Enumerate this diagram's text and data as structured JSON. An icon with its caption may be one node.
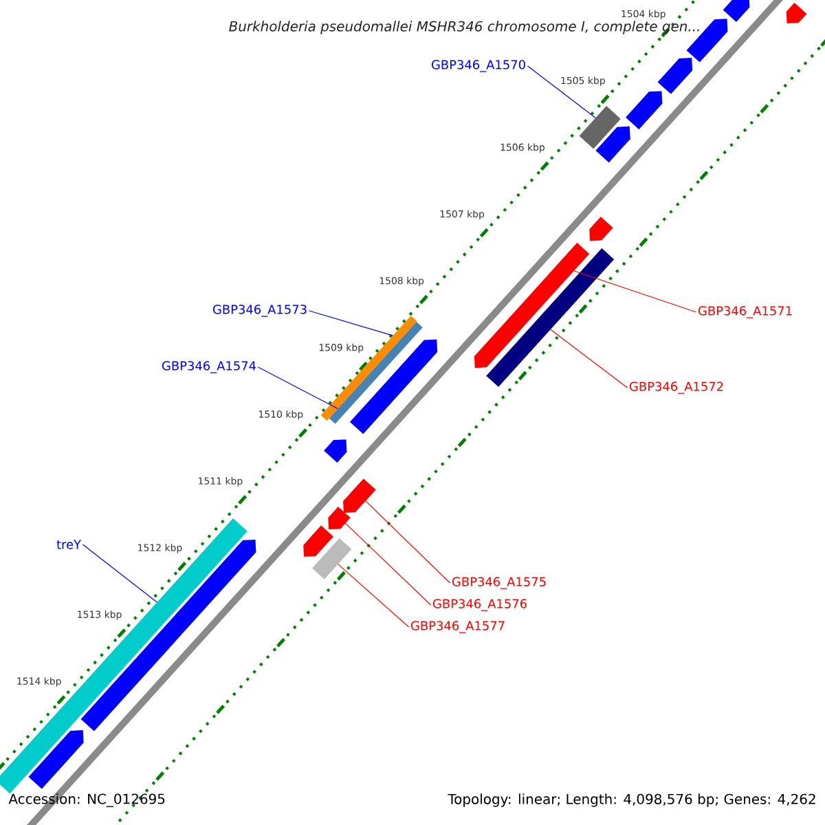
{
  "diagram": {
    "title": "Burkholderia pseudomallei MSHR346 chromosome I, complete gen...",
    "nodes": [
      {
        "text": [
          "GBP346_A1570"
        ]
      },
      {
        "text": [],
        "shape": "bar"
      },
      {
        "text": [
          "GBP346_A1571"
        ]
      },
      {
        "text": [],
        "shape": "arrow"
      },
      {
        "text": [
          "GBP346_A1573"
        ]
      },
      {
        "text": [],
        "shape": "bar"
      },
      {
        "text": [
          "GBP346_A1574"
        ]
      },
      {
        "text": [],
        "shape": "bar"
      },
      {
        "text": [
          "GBP346_A1572"
        ]
      },
      {
        "text": [],
        "shape": "bar"
      },
      {
        "text": [
          "treY"
        ]
      },
      {
        "text": [],
        "shape": "bar"
      },
      {
        "text": [
          "GBP346_A1575"
        ]
      },
      {
        "text": [],
        "shape": "arrow"
      },
      {
        "text": [
          "GBP346_A1576"
        ]
      },
      {
        "text": [],
        "shape": "arrow"
      },
      {
        "text": [
          "GBP346_A1577"
        ]
      },
      {
        "text": [],
        "shape": "bar"
      },
      {
        "text": [],
        "shape": "arrow"
      },
      {
        "text": [],
        "shape": "arrow"
      },
      {
        "text": [],
        "shape": "arrow"
      },
      {
        "text": [],
        "shape": "arrow"
      },
      {
        "text": [],
        "shape": "arrow"
      },
      {
        "text": [],
        "shape": "arrow"
      },
      {
        "text": [],
        "shape": "arrow"
      },
      {
        "text": [],
        "shape": "arrow"
      },
      {
        "text": [],
        "shape": "arrow"
      },
      {
        "text": [],
        "shape": "arrow"
      },
      {
        "text": [],
        "shape": "arrow"
      },
      {
        "text": [],
        "shape": "arrow"
      }
    ],
    "edges": [
      {
        "from": 0,
        "to": 1,
        "arrow": "none",
        "color": "#0000ff"
      },
      {
        "from": 2,
        "to": 3,
        "arrow": "none"
      },
      {
        "from": 4,
        "to": 5,
        "arrow": "none",
        "color": "#0000ff"
      },
      {
        "from": 6,
        "to": 7,
        "arrow": "none",
        "color": "#0000ff"
      },
      {
        "from": 8,
        "to": 9,
        "arrow": "none"
      },
      {
        "from": 10,
        "to": 11,
        "arrow": "none",
        "color": "#0000ff"
      },
      {
        "from": 12,
        "to": 13,
        "arrow": "none"
      },
      {
        "from": 14,
        "to": 15,
        "arrow": "none"
      },
      {
        "from": 16,
        "to": 17,
        "arrow": "none"
      }
    ],
    "labels": [
      "1504 kbp",
      "1505 kbp",
      "1506 kbp",
      "1507 kbp",
      "1508 kbp",
      "1509 kbp",
      "1510 kbp",
      "1511 kbp",
      "1512 kbp",
      "1513 kbp",
      "1514 kbp",
      "Accession: NC_012695",
      "Topology: linear; Length: 4,098,576 bp; Genes: 4,262"
    ]
  }
}
